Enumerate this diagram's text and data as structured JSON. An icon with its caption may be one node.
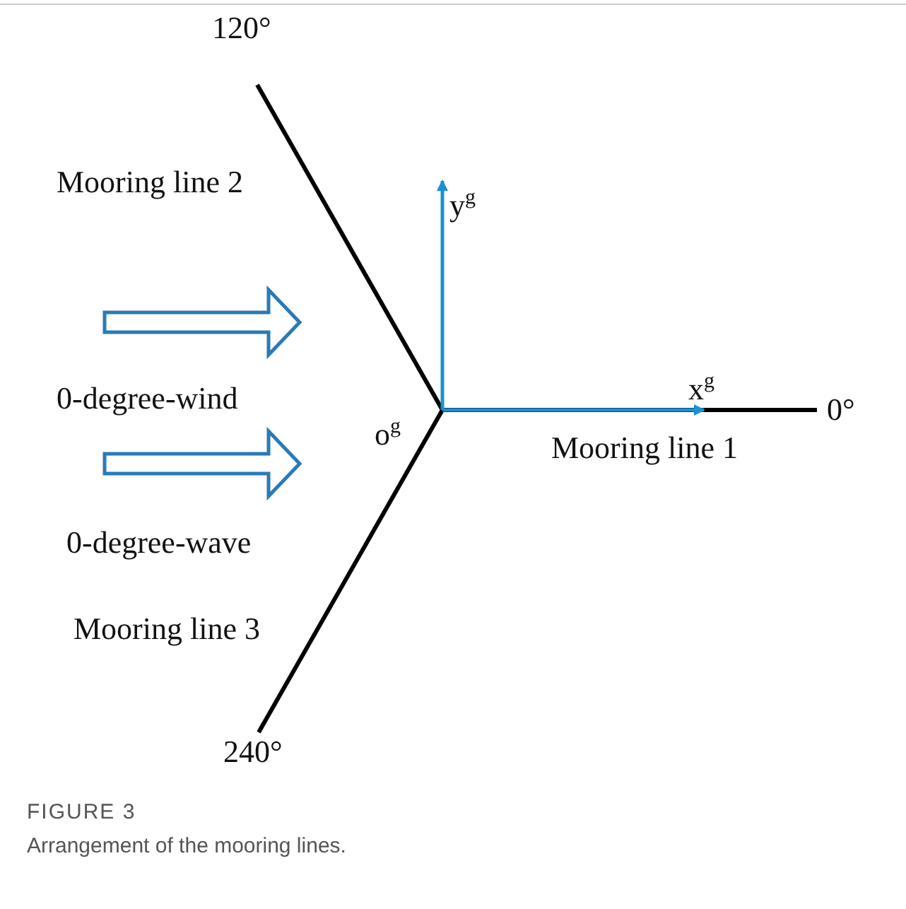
{
  "diagram": {
    "caption": "Arrangement of the mooring lines.",
    "labels": [
      "120°",
      "Mooring line 2",
      "y$^{g}$",
      "0-degree-wind",
      "o$^{g}$",
      "x$^{g}$",
      "0°",
      "Mooring line 1",
      "0-degree-wave",
      "Mooring line 3",
      "240°",
      "FIGURE 3"
    ]
  }
}
